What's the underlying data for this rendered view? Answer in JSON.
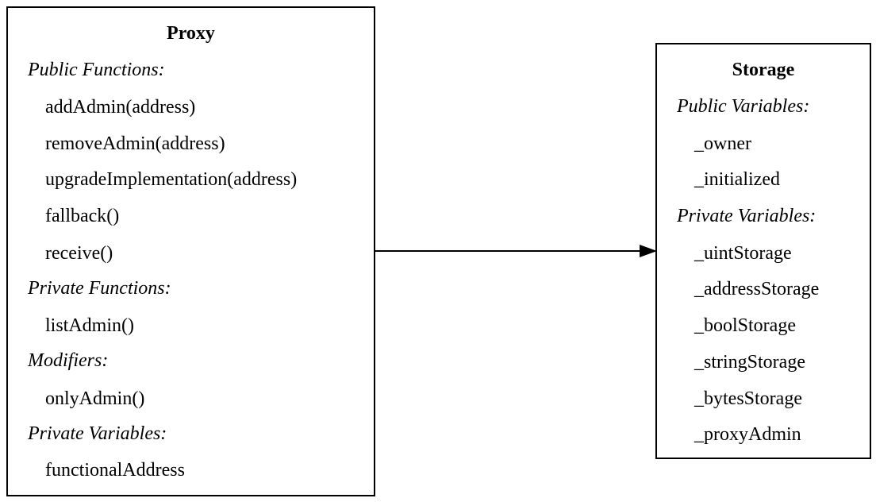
{
  "nodes": {
    "proxy": {
      "title": "Proxy",
      "sections": [
        {
          "heading": "Public Functions:",
          "items": [
            "addAdmin(address)",
            "removeAdmin(address)",
            "upgradeImplementation(address)",
            "fallback()",
            "receive()"
          ]
        },
        {
          "heading": "Private Functions:",
          "items": [
            "listAdmin()"
          ]
        },
        {
          "heading": "Modifiers:",
          "items": [
            "onlyAdmin()"
          ]
        },
        {
          "heading": "Private Variables:",
          "items": [
            "functionalAddress"
          ]
        }
      ]
    },
    "storage": {
      "title": "Storage",
      "sections": [
        {
          "heading": "Public Variables:",
          "items": [
            "_owner",
            "_initialized"
          ]
        },
        {
          "heading": "Private Variables:",
          "items": [
            "_uintStorage",
            "_addressStorage",
            "_boolStorage",
            "_stringStorage",
            "_bytesStorage",
            "_proxyAdmin"
          ]
        }
      ]
    }
  },
  "edges": [
    {
      "from": "proxy",
      "to": "storage"
    }
  ]
}
